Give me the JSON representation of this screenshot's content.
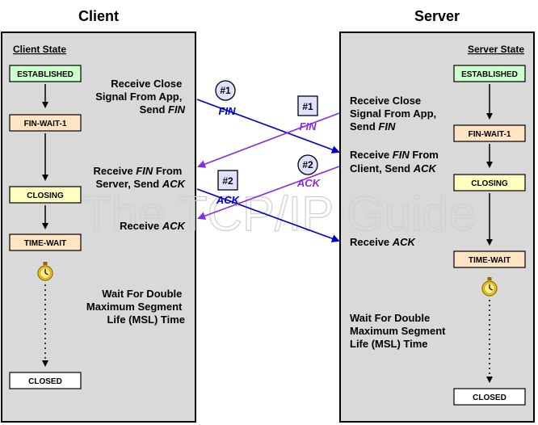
{
  "titles": {
    "client": "Client",
    "server": "Server"
  },
  "panels": {
    "client_label": "Client State",
    "server_label": "Server State"
  },
  "client_states": {
    "established": "ESTABLISHED",
    "fin_wait_1": "FIN-WAIT-1",
    "closing": "CLOSING",
    "time_wait": "TIME-WAIT",
    "closed": "CLOSED"
  },
  "server_states": {
    "established": "ESTABLISHED",
    "fin_wait_1": "FIN-WAIT-1",
    "closing": "CLOSING",
    "time_wait": "TIME-WAIT",
    "closed": "CLOSED"
  },
  "client_desc": {
    "receive_close": [
      "Receive Close",
      "Signal From App,",
      "Send ",
      "FIN"
    ],
    "receive_fin": [
      "Receive ",
      "FIN",
      " From",
      "Server, Send ",
      "ACK"
    ],
    "receive_ack": [
      "Receive ",
      "ACK"
    ],
    "wait": [
      "Wait For Double",
      "Maximum Segment",
      "Life (MSL) Time"
    ]
  },
  "server_desc": {
    "receive_close": [
      "Receive Close",
      "Signal From App,",
      "Send ",
      "FIN"
    ],
    "receive_fin": [
      "Receive ",
      "FIN",
      " From",
      "Client, Send ",
      "ACK"
    ],
    "receive_ack": [
      "Receive ",
      "ACK"
    ],
    "wait": [
      "Wait For Double",
      "Maximum Segment",
      "Life (MSL) Time"
    ]
  },
  "messages": {
    "client_fin": {
      "badge": "#1",
      "label": "FIN"
    },
    "client_ack": {
      "badge": "#2",
      "label": "ACK"
    },
    "server_fin": {
      "badge": "#1",
      "label": "FIN"
    },
    "server_ack": {
      "badge": "#2",
      "label": "ACK"
    }
  },
  "watermark": "The TCP/IP Guide",
  "colors": {
    "panel_fill": "#d9d9d9",
    "established_fill": "#ccffcc",
    "fin_wait_fill": "#ffe4c4",
    "closing_fill": "#ffffc0",
    "time_wait_fill": "#ffe4c4",
    "closed_fill": "#ffffff",
    "client_msg": "#0000cc",
    "server_msg": "#8a2be2",
    "badge_fill": "#e0e0ff"
  },
  "icons": {
    "timer": "stopwatch-icon"
  }
}
